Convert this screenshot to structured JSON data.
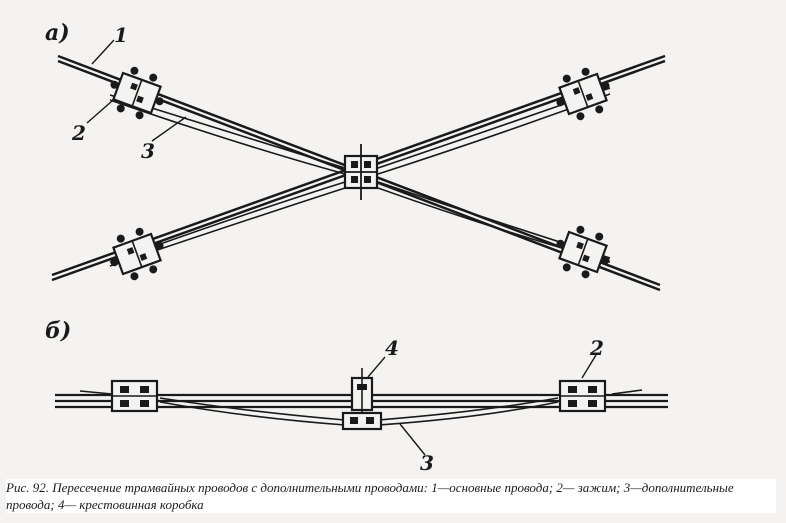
{
  "figure": {
    "panel_a_label": "а)",
    "panel_b_label": "б)",
    "callouts_a": [
      "1",
      "2",
      "3"
    ],
    "callouts_b": [
      "4",
      "2",
      "3"
    ],
    "ink_color": "#1a1a1a",
    "paper_color": "#f4f3f1"
  },
  "caption": "Рис. 92. Пересечение трамвайных проводов с дополнительными проводами: 1—основные провода; 2— зажим; 3—дополнительные провода; 4— крестовинная коробка"
}
